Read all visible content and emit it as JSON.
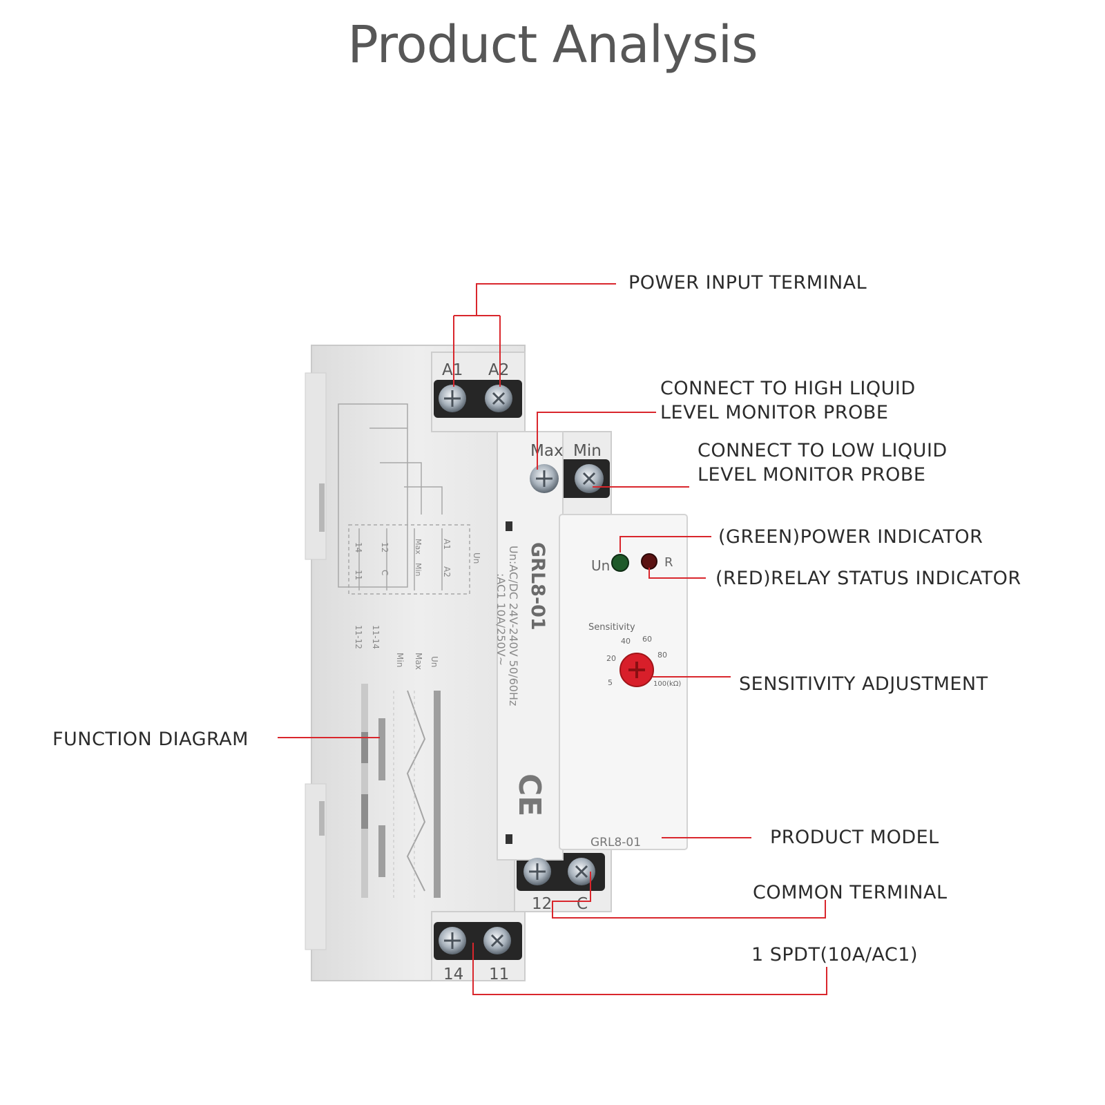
{
  "title": "Product Analysis",
  "colors": {
    "leader": "#d9262c",
    "indicator_green": "#1f5a2a",
    "indicator_red": "#5a1212",
    "knob": "#d81f2a",
    "body": "#efefef"
  },
  "callouts": {
    "power_input": "POWER INPUT TERMINAL",
    "high_probe_1": "CONNECT TO HIGH LIQUID",
    "high_probe_2": "LEVEL MONITOR PROBE",
    "low_probe_1": "CONNECT TO LOW LIQUID",
    "low_probe_2": "LEVEL MONITOR PROBE",
    "power_indicator": "(GREEN)POWER INDICATOR",
    "relay_indicator": "(RED)RELAY STATUS INDICATOR",
    "sensitivity": "SENSITIVITY ADJUSTMENT",
    "function_diagram": "FUNCTION DIAGRAM",
    "product_model": "PRODUCT MODEL",
    "common_terminal": "COMMON TERMINAL",
    "spdt": "1 SPDT(10A/AC1)"
  },
  "device": {
    "terminals_top": {
      "a1": "A1",
      "a2": "A2"
    },
    "terminals_probe": {
      "max": "Max",
      "min": "Min"
    },
    "terminals_mid": {
      "t12": "12",
      "c": "C"
    },
    "terminals_bottom": {
      "t14": "14",
      "t11": "11"
    },
    "indicators": {
      "un": "Un",
      "r": "R"
    },
    "sensitivity_label": "Sensitivity",
    "dial_ticks": [
      "5",
      "20",
      "40",
      "60",
      "80",
      "100(kΩ)"
    ],
    "model_front": "GRL8-01",
    "model_side": "GRL8-01",
    "spec_line_1": "Un:AC/DC 24V-240V 50/60Hz",
    "spec_line_2": ":AC1 10A/250V~",
    "ce_mark": "CE",
    "schematic_labels": {
      "a1": "A1",
      "a2": "A2",
      "max": "Max",
      "min": "Min",
      "t12": "12",
      "c": "C",
      "t14": "14",
      "t11": "11",
      "un": "Un"
    },
    "diagram_labels": {
      "un": "Un",
      "max": "Max",
      "min": "Min",
      "r1114": "11-14",
      "r1112": "11-12"
    }
  }
}
